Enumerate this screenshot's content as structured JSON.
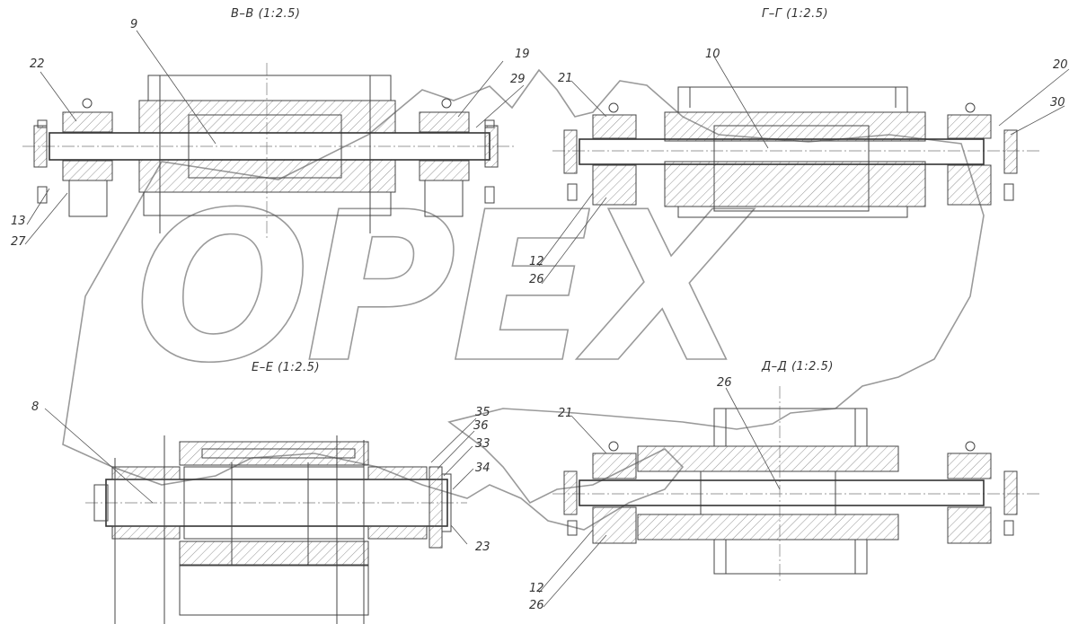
{
  "views": [
    {
      "id": "bb",
      "title": "В–В  (1:2.5)"
    },
    {
      "id": "gg",
      "title": "Г–Г  (1:2.5)"
    },
    {
      "id": "ee",
      "title": "Е–Е  (1:2.5)"
    },
    {
      "id": "dd",
      "title": "Д–Д  (1:2.5)"
    }
  ],
  "callouts": {
    "bb": [
      "9",
      "22",
      "19",
      "29",
      "13",
      "27"
    ],
    "gg": [
      "10",
      "21",
      "20",
      "30",
      "12",
      "26"
    ],
    "ee": [
      "8",
      "35",
      "36",
      "33",
      "34",
      "23"
    ],
    "dd": [
      "26",
      "21",
      "12",
      "26"
    ]
  },
  "watermark": {
    "text": "OPEX",
    "color": "#9a9a9a"
  },
  "colors": {
    "line": "#444444",
    "background": "#ffffff"
  }
}
